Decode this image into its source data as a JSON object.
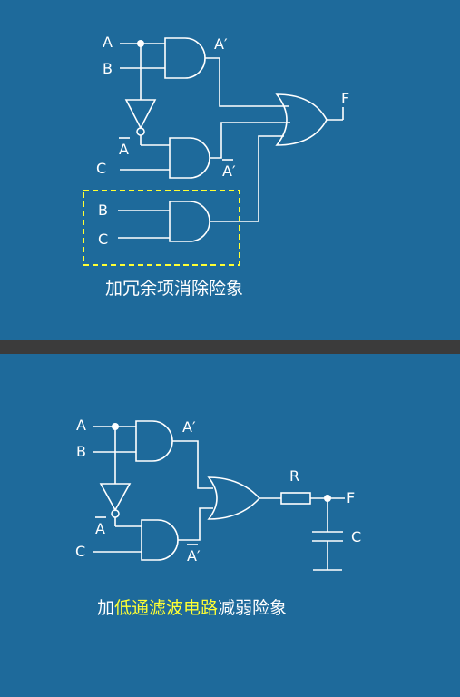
{
  "top": {
    "labels": {
      "a": "A",
      "b": "B",
      "a_prime": "A′",
      "a_bar": "A",
      "c": "C",
      "a_bar_prime": "A′",
      "f": "F",
      "box_b": "B",
      "box_c": "C"
    },
    "caption": "加冗余项消除险象"
  },
  "bottom": {
    "labels": {
      "a": "A",
      "b": "B",
      "a_prime": "A′",
      "a_bar": "A",
      "c": "C",
      "a_bar_prime": "A′",
      "r": "R",
      "f": "F",
      "cap_c": "C"
    },
    "caption": {
      "part1": "加",
      "highlight": "低通滤波电路",
      "part2": "减弱险象"
    }
  },
  "colors": {
    "background": "#1e6a9b",
    "divider": "#3b3b3b",
    "wire": "#ffffff",
    "highlight": "#ffff33",
    "dashed_box": "#ffff33"
  }
}
